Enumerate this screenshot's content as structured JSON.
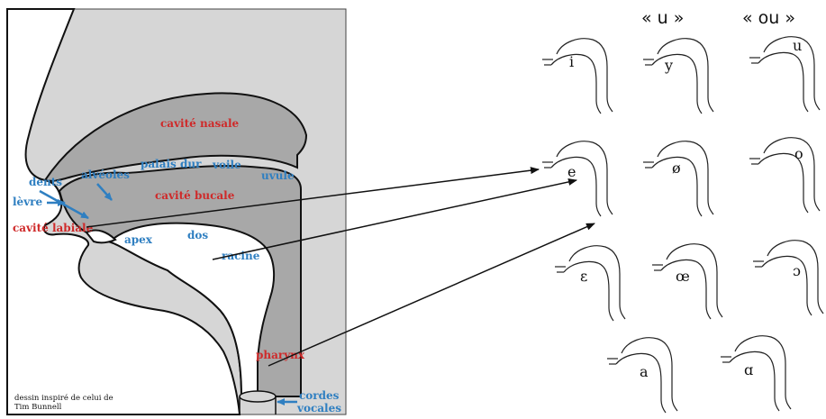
{
  "colors": {
    "outer_gray": "#d6d6d6",
    "cavity_gray": "#a8a8a8",
    "label_blue": "#2f7fc1",
    "label_red": "#cf2a2a",
    "arrow_blue": "#2f7fc1",
    "arrow_black": "#111111"
  },
  "diagram": {
    "labels": {
      "cavite_nasale": "cavité nasale",
      "palais_dur": "palais dur",
      "voile": "voile",
      "uvule": "uvule",
      "alveoles": "alvéoles",
      "dents": "dents",
      "levre": "lèvre",
      "cavite_buccale": "cavité bucale",
      "cavite_labiale": "cavité labiale",
      "apex": "apex",
      "dos": "dos",
      "racine": "racine",
      "pharynx": "pharynx",
      "cordes": "cordes",
      "vocales": "vocales"
    },
    "credit_line1": "dessin inspiré de celui de",
    "credit_line2": "Tim Bunnell"
  },
  "vowels": {
    "header_u": "« u »",
    "header_ou": "« ou »",
    "symbols": {
      "i": "i",
      "y": "y",
      "u": "u",
      "e": "e",
      "oe_closed": "ø",
      "o": "o",
      "eps": "ε",
      "oe_open": "œ",
      "open_o": "ɔ",
      "a": "a",
      "alpha": "ɑ"
    }
  }
}
